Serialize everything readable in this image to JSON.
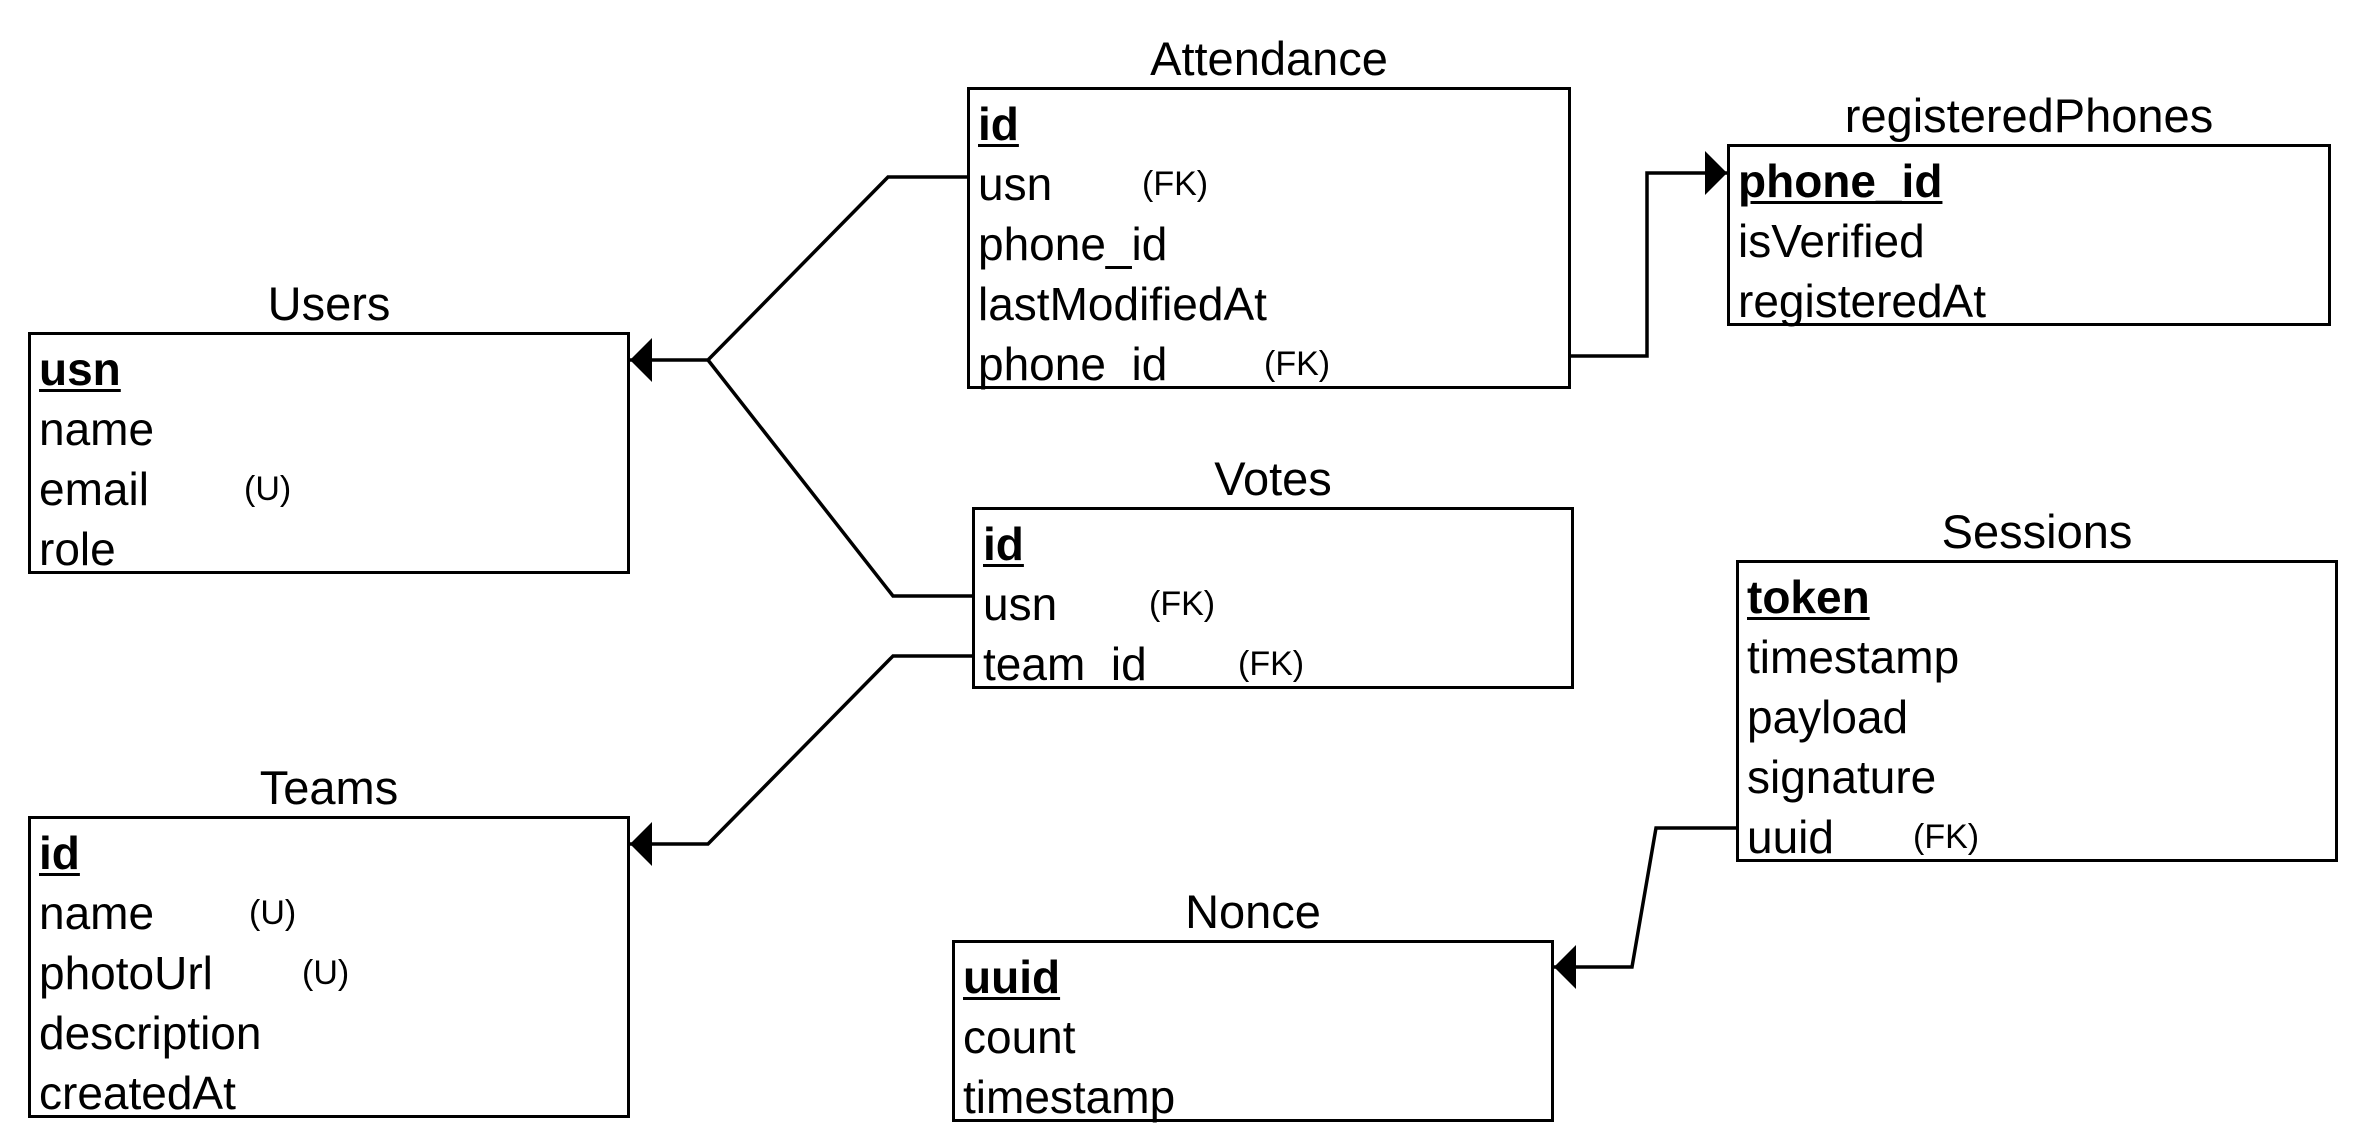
{
  "entities": {
    "users": {
      "title": "Users",
      "fields": [
        {
          "name": "usn",
          "pk": true,
          "note": ""
        },
        {
          "name": "name",
          "pk": false,
          "note": ""
        },
        {
          "name": "email",
          "pk": false,
          "note": "(U)"
        },
        {
          "name": "role",
          "pk": false,
          "note": ""
        }
      ]
    },
    "teams": {
      "title": "Teams",
      "fields": [
        {
          "name": "id",
          "pk": true,
          "note": ""
        },
        {
          "name": "name",
          "pk": false,
          "note": "(U)"
        },
        {
          "name": "photoUrl",
          "pk": false,
          "note": "(U)"
        },
        {
          "name": "description",
          "pk": false,
          "note": ""
        },
        {
          "name": "createdAt",
          "pk": false,
          "note": ""
        }
      ]
    },
    "attendance": {
      "title": "Attendance",
      "fields": [
        {
          "name": "id",
          "pk": true,
          "note": ""
        },
        {
          "name": "usn",
          "pk": false,
          "note": "(FK)"
        },
        {
          "name": "phone_id",
          "pk": false,
          "note": ""
        },
        {
          "name": "lastModifiedAt",
          "pk": false,
          "note": ""
        },
        {
          "name": "phone_id",
          "pk": false,
          "note": "(FK)"
        }
      ]
    },
    "votes": {
      "title": "Votes",
      "fields": [
        {
          "name": "id",
          "pk": true,
          "note": ""
        },
        {
          "name": "usn",
          "pk": false,
          "note": "(FK)"
        },
        {
          "name": "team_id",
          "pk": false,
          "note": "(FK)"
        }
      ]
    },
    "registeredPhones": {
      "title": "registeredPhones",
      "fields": [
        {
          "name": "phone_id",
          "pk": true,
          "note": ""
        },
        {
          "name": "isVerified",
          "pk": false,
          "note": ""
        },
        {
          "name": "registeredAt",
          "pk": false,
          "note": ""
        }
      ]
    },
    "sessions": {
      "title": "Sessions",
      "fields": [
        {
          "name": "token",
          "pk": true,
          "note": ""
        },
        {
          "name": "timestamp",
          "pk": false,
          "note": ""
        },
        {
          "name": "payload",
          "pk": false,
          "note": ""
        },
        {
          "name": "signature",
          "pk": false,
          "note": ""
        },
        {
          "name": "uuid",
          "pk": false,
          "note": "(FK)"
        }
      ]
    },
    "nonce": {
      "title": "Nonce",
      "fields": [
        {
          "name": "uuid",
          "pk": true,
          "note": ""
        },
        {
          "name": "count",
          "pk": false,
          "note": ""
        },
        {
          "name": "timestamp",
          "pk": false,
          "note": ""
        }
      ]
    }
  },
  "relationships": [
    {
      "from": "attendance.usn",
      "to": "users.usn"
    },
    {
      "from": "votes.usn",
      "to": "users.usn"
    },
    {
      "from": "votes.team_id",
      "to": "teams.id"
    },
    {
      "from": "attendance.phone_id",
      "to": "registeredPhones.phone_id"
    },
    {
      "from": "sessions.uuid",
      "to": "nonce.uuid"
    }
  ]
}
